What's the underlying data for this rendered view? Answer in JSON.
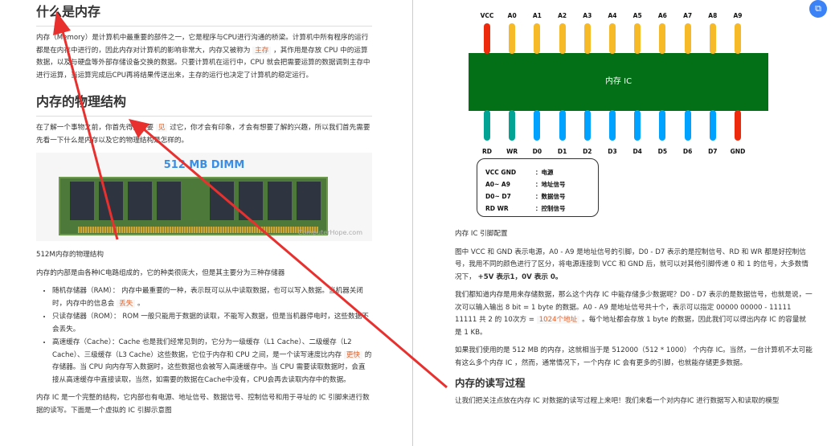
{
  "left": {
    "h1": "什么是内存",
    "p1_a": "内存（Memory）是计算机中最重要的部件之一，它是程序与CPU进行沟通的桥梁。计算机中所有程序的运行都是在内存中进行的，因此内存对计算机的影响非常大，内存又被称为",
    "p1_code": "主存",
    "p1_b": "，其作用是存放 CPU 中的运算数据，以及与硬盘等外部存储设备交换的数据。只要计算机在运行中，CPU 就会把需要运算的数据调到主存中进行运算，当运算完成后CPU再将结果传送出来，主存的运行也决定了计算机的稳定运行。",
    "h2": "内存的物理结构",
    "p2_a": "在了解一个事物之前，你首先得先需要",
    "p2_code": "见",
    "p2_b": "过它，你才会有印象，才会有想要了解的兴趣，所以我们首先需要先看一下什么是内存以及它的物理结构是怎样的。",
    "image_title": "512 MB DIMM",
    "image_watermark": "ComputerHope.com",
    "caption": "512M内存的物理结构",
    "p3": "内存的内部是由各种IC电路组成的，它的种类很庞大，但是其主要分为三种存储器",
    "list": [
      {
        "a": "随机存储器（RAM）： 内存中最重要的一种，表示既可以从中读取数据，也可以写入数据。当机器关闭时，内存中的信息会",
        "code": "丢失",
        "b": "。"
      },
      {
        "a": "只读存储器（ROM）： ROM 一般只能用于数据的读取，不能写入数据，但是当机器停电时，这些数据不会丢失。",
        "code": "",
        "b": ""
      },
      {
        "a": "高速缓存（Cache）：Cache 也是我们经常见到的，它分为一级缓存（L1 Cache）、二级缓存（L2 Cache）、三级缓存（L3 Cache）这些数据，它位于内存和 CPU 之间，是一个读写速度比内存",
        "code": "更快",
        "b": "的存储器。当 CPU 向内存写入数据时，这些数据也会被写入高速缓存中。当 CPU 需要读取数据时，会直接从高速缓存中直接读取，当然，如需要的数据在Cache中没有，CPU会再去读取内存中的数据。"
      }
    ],
    "p4": "内存 IC 是一个完整的结构，它内部也有电源、地址信号、数据信号、控制信号和用于寻址的 IC 引脚来进行数据的读写。下面是一个虚拟的 IC 引脚示意图"
  },
  "right": {
    "diagram": {
      "chip_label": "内存 IC",
      "top_pins": [
        {
          "label": "VCC",
          "color": "#ee2a0c"
        },
        {
          "label": "A0",
          "color": "#f6b928"
        },
        {
          "label": "A1",
          "color": "#f6b928"
        },
        {
          "label": "A2",
          "color": "#f6b928"
        },
        {
          "label": "A3",
          "color": "#f6b928"
        },
        {
          "label": "A4",
          "color": "#f6b928"
        },
        {
          "label": "A5",
          "color": "#f6b928"
        },
        {
          "label": "A6",
          "color": "#f6b928"
        },
        {
          "label": "A7",
          "color": "#f6b928"
        },
        {
          "label": "A8",
          "color": "#f6b928"
        },
        {
          "label": "A9",
          "color": "#f6b928"
        }
      ],
      "bottom_pins": [
        {
          "label": "RD",
          "color": "#00a394"
        },
        {
          "label": "WR",
          "color": "#00a394"
        },
        {
          "label": "D0",
          "color": "#00a2ff"
        },
        {
          "label": "D1",
          "color": "#00a2ff"
        },
        {
          "label": "D2",
          "color": "#00a2ff"
        },
        {
          "label": "D3",
          "color": "#00a2ff"
        },
        {
          "label": "D4",
          "color": "#00a2ff"
        },
        {
          "label": "D5",
          "color": "#00a2ff"
        },
        {
          "label": "D6",
          "color": "#00a2ff"
        },
        {
          "label": "D7",
          "color": "#00a2ff"
        },
        {
          "label": "GND",
          "color": "#ee2a0c"
        }
      ],
      "legend": [
        {
          "k": "VCC   GND",
          "v": "：电源"
        },
        {
          "k": "A0~ A9",
          "v": "：地址信号"
        },
        {
          "k": "D0~ D7",
          "v": "：数据信号"
        },
        {
          "k": "RD    WR",
          "v": "：控制信号"
        }
      ]
    },
    "caption": "内存 IC 引脚配置",
    "p1_a": "图中 VCC 和 GND 表示电源，A0 - A9 是地址信号的引脚，D0 - D7 表示的是控制信号、RD 和 WR 都是好控制信号，我用不同的颜色进行了区分，将电源连接到 VCC 和 GND 后，就可以对其他引脚传递 0 和 1 的信号，大多数情况下，",
    "p1_bold": "+5V 表示1，0V 表示 0。",
    "p2_a": "我们都知道内存是用来存储数据，那么这个内存 IC 中能存储多少数据呢？D0 - D7 表示的是数据信号，也就是说，一次可以输入输出 8 bit = 1 byte 的数据。A0 - A9 是地址信号共十个，表示可以指定 00000 00000 - 11111 11111 共 2 的 10次方 =",
    "p2_code": "1024个地址",
    "p2_b": "。每个地址都会存放 1 byte 的数据，因此我们可以得出内存 IC 的容量就是 1 KB。",
    "p3": "如果我们使用的是 512 MB 的内存，这就相当于是 512000（512 * 1000） 个内存 IC。当然，一台计算机不太可能有这么多个内存 IC ，然而，通常情况下，一个内存 IC 会有更多的引脚，也就能存储更多数据。",
    "h2": "内存的读写过程",
    "p4": "让我们把关注点放在内存 IC 对数据的读写过程上来吧！我们来看一个对内存IC 进行数据写入和读取的模型"
  },
  "annotation_color": "#e8312f"
}
